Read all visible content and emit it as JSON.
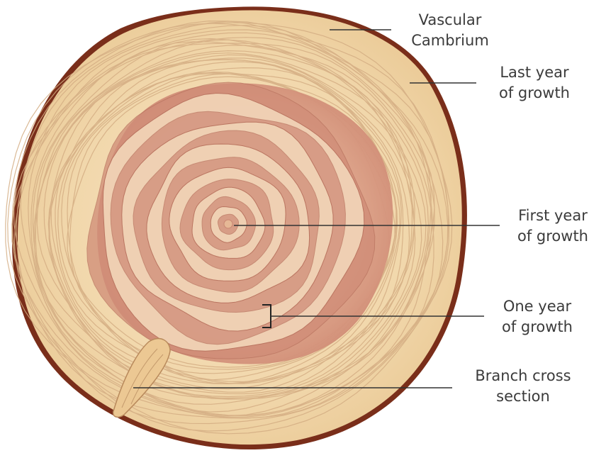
{
  "labels": {
    "vascular_cambium": {
      "line1": "Vascular",
      "line2": "Cambrium"
    },
    "last_year": {
      "line1": "Last year",
      "line2": "of growth"
    },
    "first_year": {
      "line1": "First year",
      "line2": "of growth"
    },
    "one_year": {
      "line1": "One year",
      "line2": "of growth"
    },
    "branch": {
      "line1": "Branch cross",
      "line2": "section"
    }
  },
  "colors": {
    "bark": "#7a2e1a",
    "sapwood": "#f3ddb6",
    "heartwood": "#c98772",
    "ring_line": "#c9a37c",
    "leader_line": "#333333"
  }
}
